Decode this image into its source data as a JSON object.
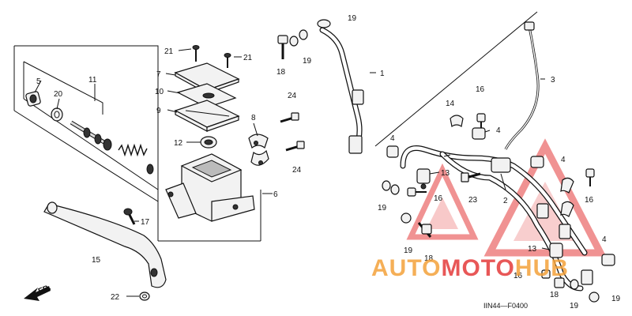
{
  "diagram_code": "IIN44—F0400",
  "watermark": {
    "text_auto": "AUTO",
    "text_moto": "MOTO",
    "text_hub": "HUB",
    "color_auto": "#f3a13a",
    "color_moto": "#e43a3a",
    "color_hub": "#f3a13a"
  },
  "direction_label": "FR.",
  "callouts": {
    "c1": "1",
    "c2": "2",
    "c3": "3",
    "c4a": "4",
    "c4b": "4",
    "c4c": "4",
    "c4d": "4",
    "c5": "5",
    "c6": "6",
    "c7": "7",
    "c8": "8",
    "c9": "9",
    "c10": "10",
    "c11": "11",
    "c12": "12",
    "c13a": "13",
    "c13b": "13",
    "c14": "14",
    "c15": "15",
    "c16a": "16",
    "c16b": "16",
    "c16c": "16",
    "c16d": "16",
    "c17": "17",
    "c18a": "18",
    "c18b": "18",
    "c18c": "18",
    "c19a": "19",
    "c19b": "19",
    "c19c": "19",
    "c19d": "19",
    "c19e": "19",
    "c19f": "19",
    "c20": "20",
    "c21a": "21",
    "c21b": "21",
    "c22": "22",
    "c23": "23",
    "c24a": "24",
    "c24b": "24"
  }
}
